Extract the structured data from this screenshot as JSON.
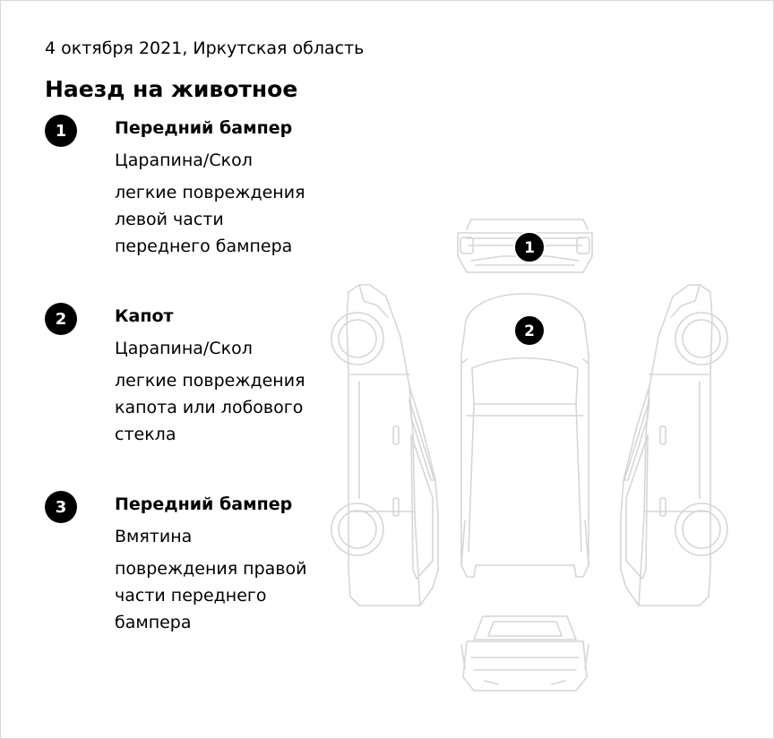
{
  "header": {
    "date_location": "4 октября 2021, Иркутская область",
    "title": "Наезд на животное"
  },
  "damages": [
    {
      "number": "1",
      "part": "Передний бампер",
      "type": "Царапина/Скол",
      "description_lines": [
        "легкие повреждения",
        "левой части",
        "переднего бампера"
      ]
    },
    {
      "number": "2",
      "part": "Капот",
      "type": "Царапина/Скол",
      "description_lines": [
        "легкие повреждения",
        "капота или лобового",
        "стекла"
      ]
    },
    {
      "number": "3",
      "part": "Передний бампер",
      "type": "Вмятина",
      "description_lines": [
        "повреждения правой",
        "части переднего",
        "бампера"
      ]
    }
  ],
  "diagram": {
    "markers": [
      "1",
      "2"
    ],
    "line_color": "#d6d6d6",
    "marker_color": "#000000"
  }
}
